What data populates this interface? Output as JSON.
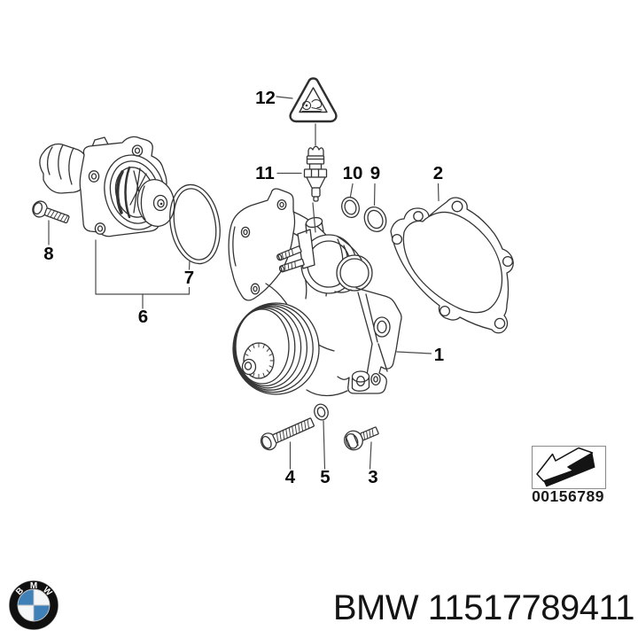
{
  "colors": {
    "background": "#ffffff",
    "line": "#343434",
    "label_text": "#0a0a0a",
    "bmw_blue": "#3e80b7",
    "logo_ring": "#101010"
  },
  "diagram": {
    "part_labels": [
      "1",
      "2",
      "3",
      "4",
      "5",
      "6",
      "7",
      "8",
      "9",
      "10",
      "11",
      "12"
    ],
    "stamp_number": "00156789"
  },
  "branding": {
    "part_text": "BMW 11517789411",
    "logo_letters": [
      "B",
      "M",
      "W"
    ]
  },
  "icons": {
    "warning_triangle": "warning-triangle-icon",
    "direction_arrow": "direction-arrow-icon",
    "bmw_roundel": "bmw-logo-icon"
  }
}
